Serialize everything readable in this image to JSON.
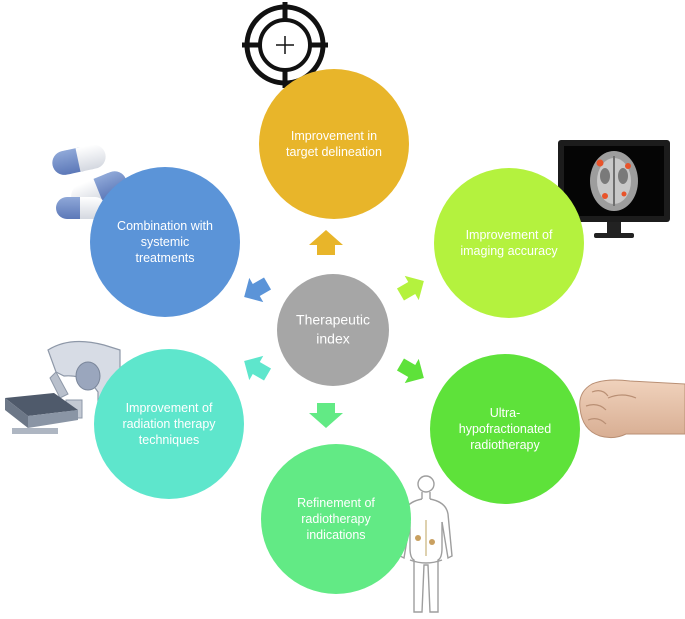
{
  "colors": {
    "center": "#a6a6a6",
    "top": "#e8b52a",
    "upper_right": "#b4f23e",
    "lower_right": "#5ee23a",
    "bottom": "#62ea85",
    "lower_left": "#5ee6cc",
    "upper_left": "#5b94d8"
  },
  "diagram": {
    "center": {
      "lines": [
        "Therapeutic",
        "index"
      ]
    },
    "nodes": {
      "top": {
        "lines": [
          "Improvement in",
          "target delineation"
        ],
        "icon": "crosshair-icon"
      },
      "upper_right": {
        "lines": [
          "Improvement of",
          "imaging accuracy"
        ],
        "icon": "brain-scan-monitor-icon"
      },
      "lower_right": {
        "lines": [
          "Ultra-",
          "hypofractionated",
          "radiotherapy"
        ],
        "icon": "fist-icon"
      },
      "bottom": {
        "lines": [
          "Refinement of",
          "radiotherapy",
          "indications"
        ],
        "icon": "human-body-icon"
      },
      "lower_left": {
        "lines": [
          "Improvement of",
          "radiation therapy",
          "techniques"
        ],
        "icon": "linear-accelerator-icon"
      },
      "upper_left": {
        "lines": [
          "Combination with",
          "systemic",
          "treatments"
        ],
        "icon": "pills-icon"
      }
    }
  }
}
